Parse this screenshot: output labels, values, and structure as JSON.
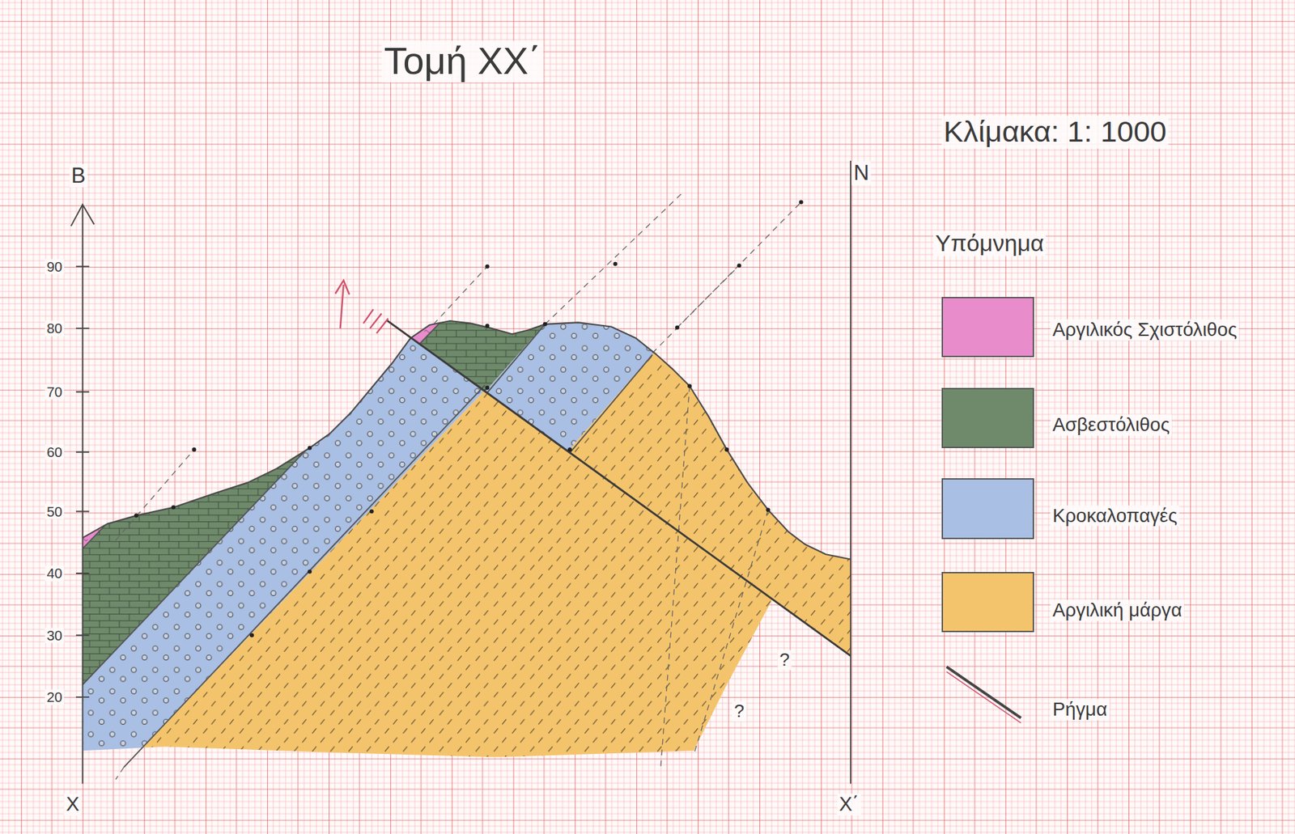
{
  "diagram": {
    "title": "Τομή ΧΧ΄",
    "labels": [
      "Κλίμακα: 1: 1000",
      "Υπόμνημα",
      "Β",
      "90",
      "80",
      "70",
      "60",
      "50",
      "40",
      "30",
      "20",
      "Ν",
      "Χ",
      "Χ΄",
      "?",
      "?"
    ],
    "legend": [
      {
        "text": "Αργιλικός Σχιστόλιθος",
        "color": "#e88ccb"
      },
      {
        "text": "Ασβεστόλιθος",
        "color": "#6f8a6b"
      },
      {
        "text": "Κροκαλοπαγές",
        "color": "#a9bfe3"
      },
      {
        "text": "Αργιλική μάργα",
        "color": "#f4c46c"
      },
      {
        "text": "Ρήγμα"
      }
    ]
  }
}
